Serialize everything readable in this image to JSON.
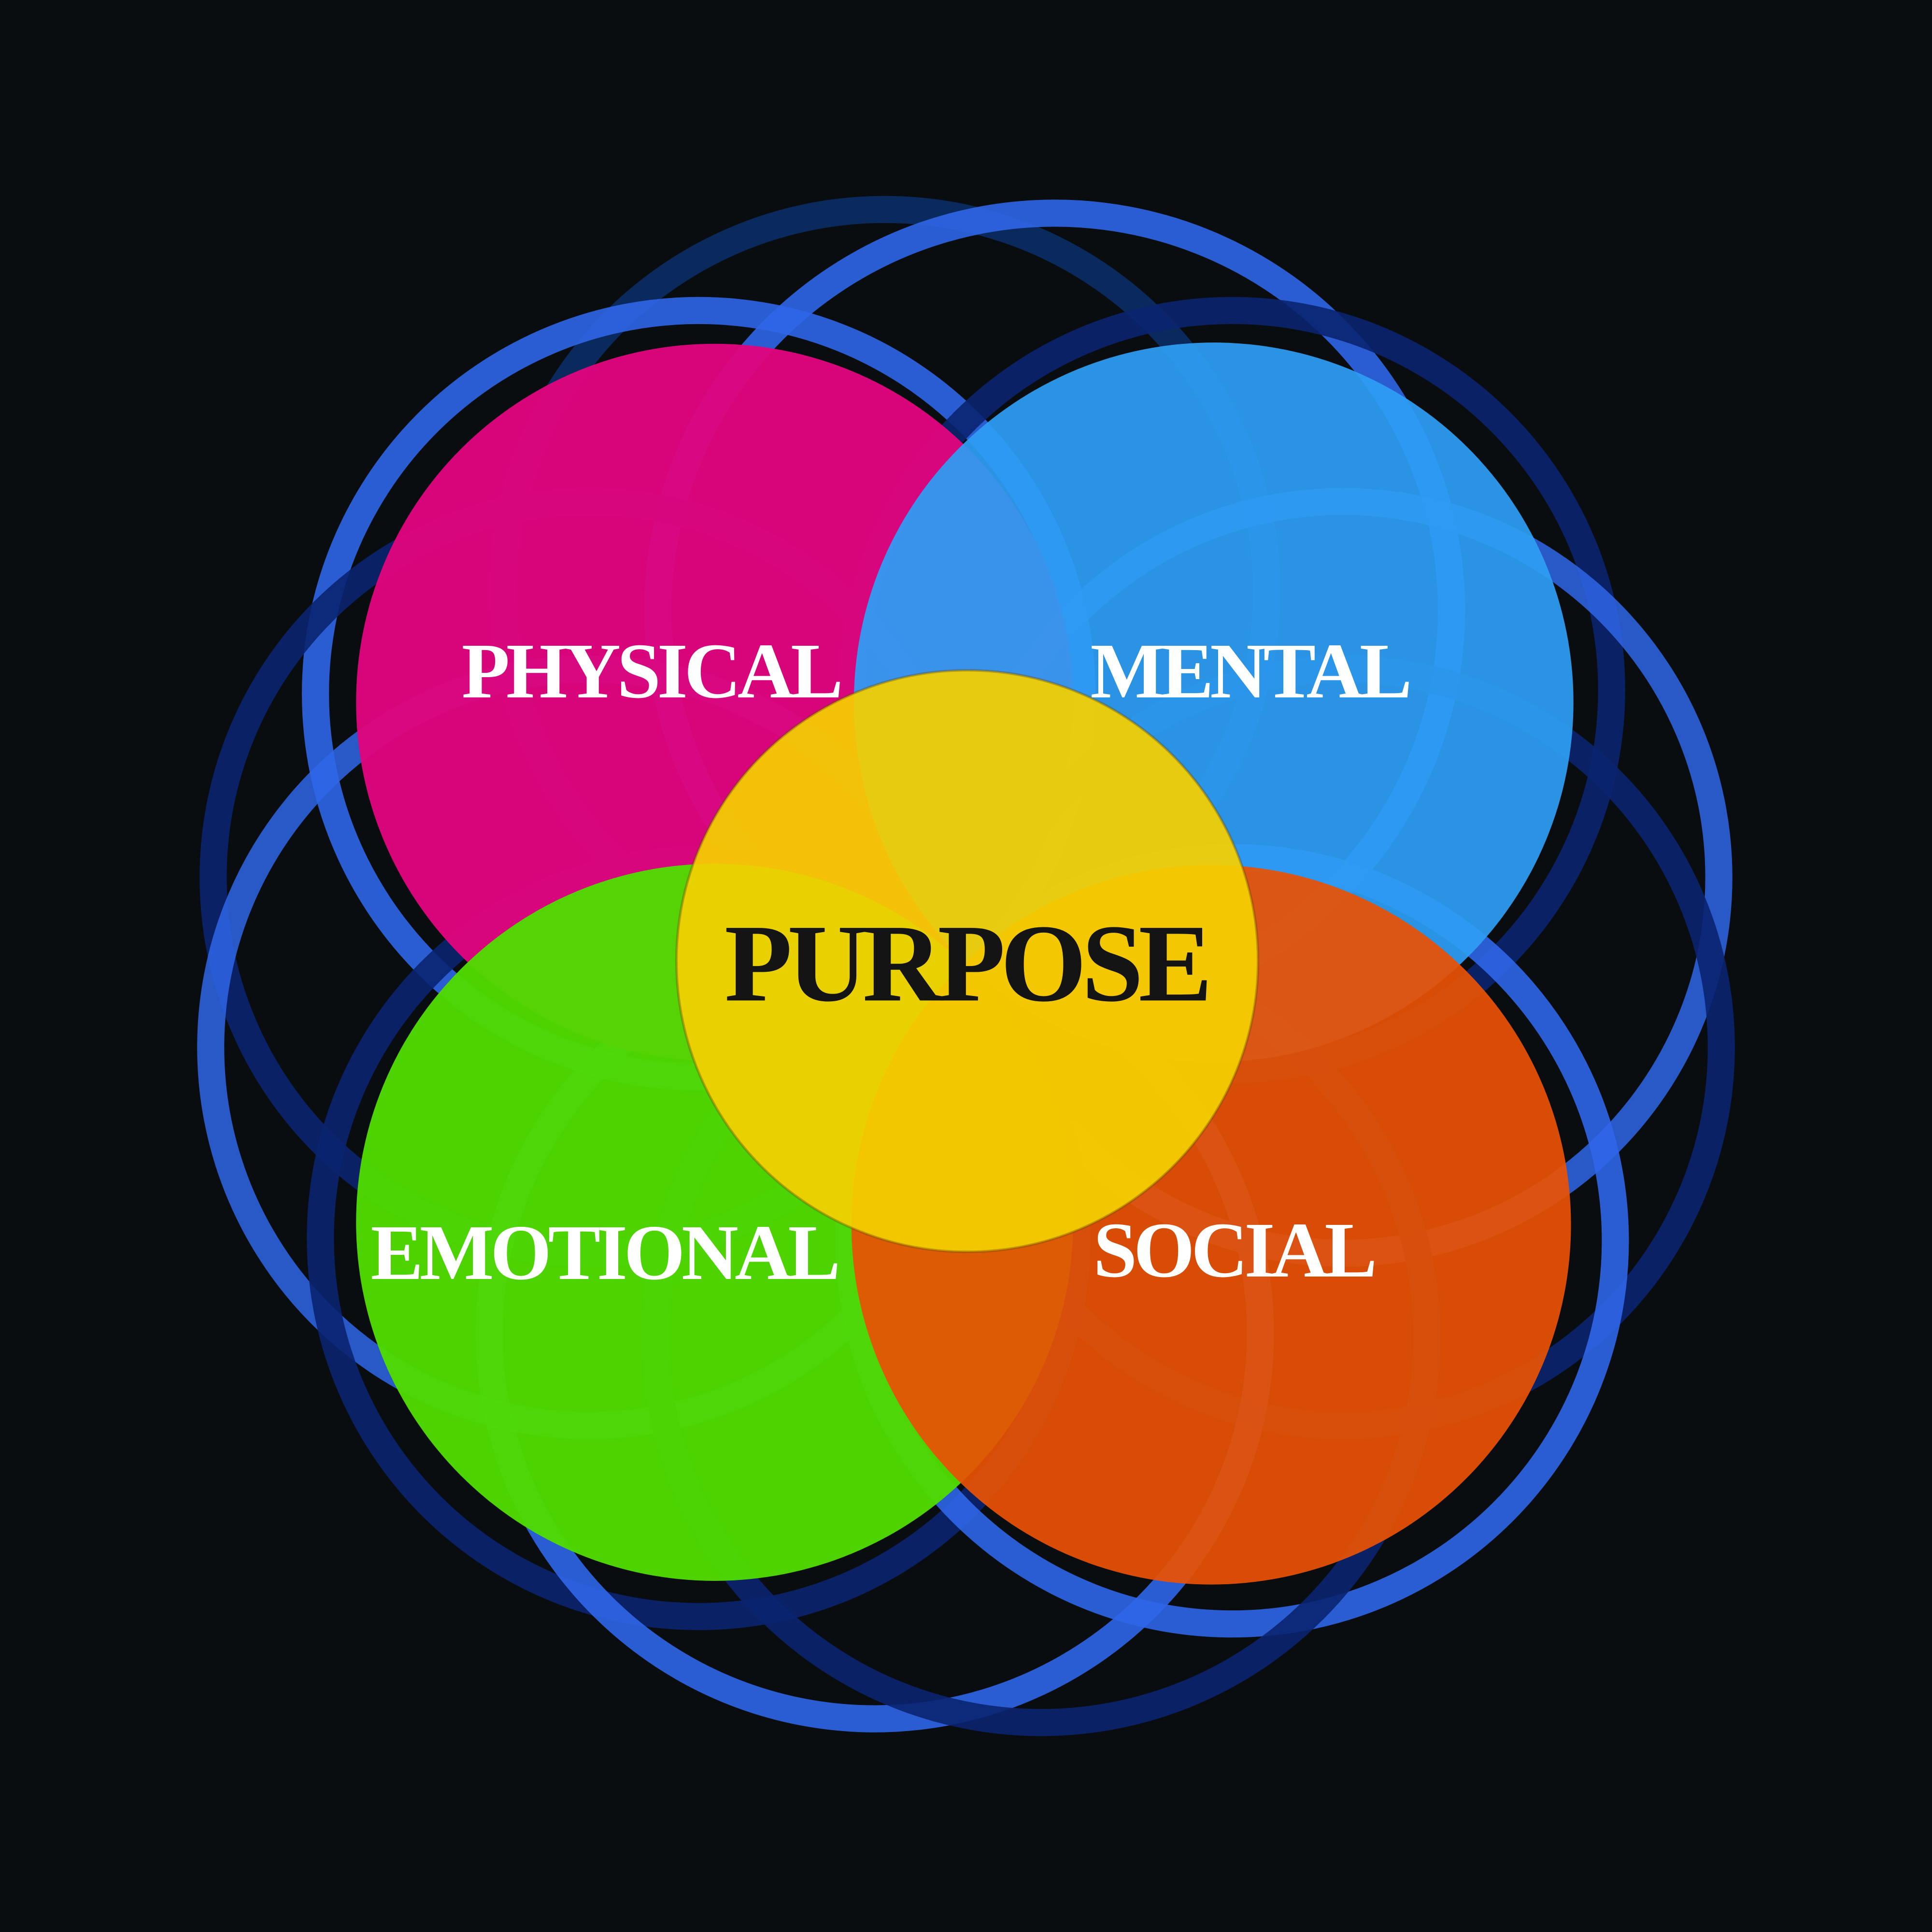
{
  "diagram": {
    "center_label": "PURPOSE",
    "petals": [
      {
        "label": "PHYSICAL",
        "color": "#e0057e"
      },
      {
        "label": "MENTAL",
        "color": "#2e9ef4"
      },
      {
        "label": "EMOTIONAL",
        "color": "#50dc00"
      },
      {
        "label": "SOCIAL",
        "color": "#e85204"
      }
    ],
    "center_color": "#f5d000",
    "ring_colors": [
      "#2f66e8",
      "#0a2470"
    ],
    "background": "#0a0d0f"
  }
}
